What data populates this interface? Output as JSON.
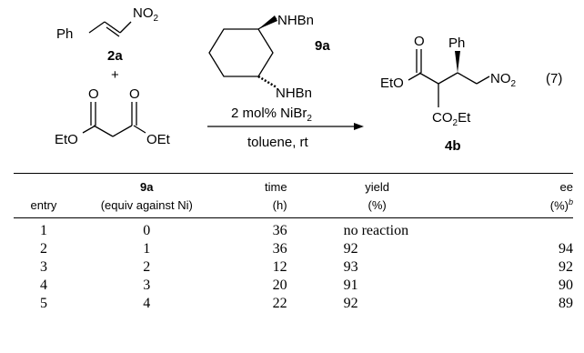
{
  "scheme": {
    "nitrostyrene": {
      "ph": "Ph",
      "no2": "NO",
      "no2_sub": "2",
      "label": "2a"
    },
    "plus": "+",
    "malonate": {
      "o_left": "O",
      "o_right": "O",
      "eto": "EtO",
      "oet": "OEt"
    },
    "ligand": {
      "nhbn_top": "NHBn",
      "nhbn_bottom": "NHBn",
      "label": "9a"
    },
    "conditions_above": "2 mol% NiBr",
    "conditions_above_sub": "2",
    "conditions_below": "toluene, rt",
    "product": {
      "o": "O",
      "ph": "Ph",
      "eto": "EtO",
      "no2": "NO",
      "no2_sub": "2",
      "co2et_a": "CO",
      "co2et_sub": "2",
      "co2et_b": "Et",
      "label": "4b"
    },
    "eq_number": "(7)"
  },
  "table": {
    "headers": {
      "entry": "entry",
      "equiv_top": "9a",
      "equiv_bottom": "(equiv against Ni)",
      "time_top": "time",
      "time_bottom": "(h)",
      "yield_top": "yield",
      "yield_bottom": "(%)",
      "ee_top": "ee",
      "ee_bottom": "(%)",
      "ee_footnote": "b"
    },
    "rows": [
      {
        "entry": "1",
        "equiv": "0",
        "time": "36",
        "yield": "no reaction",
        "ee": ""
      },
      {
        "entry": "2",
        "equiv": "1",
        "time": "36",
        "yield": "92",
        "ee": "94"
      },
      {
        "entry": "3",
        "equiv": "2",
        "time": "12",
        "yield": "93",
        "ee": "92"
      },
      {
        "entry": "4",
        "equiv": "3",
        "time": "20",
        "yield": "91",
        "ee": "90"
      },
      {
        "entry": "5",
        "equiv": "4",
        "time": "22",
        "yield": "92",
        "ee": "89"
      }
    ]
  }
}
